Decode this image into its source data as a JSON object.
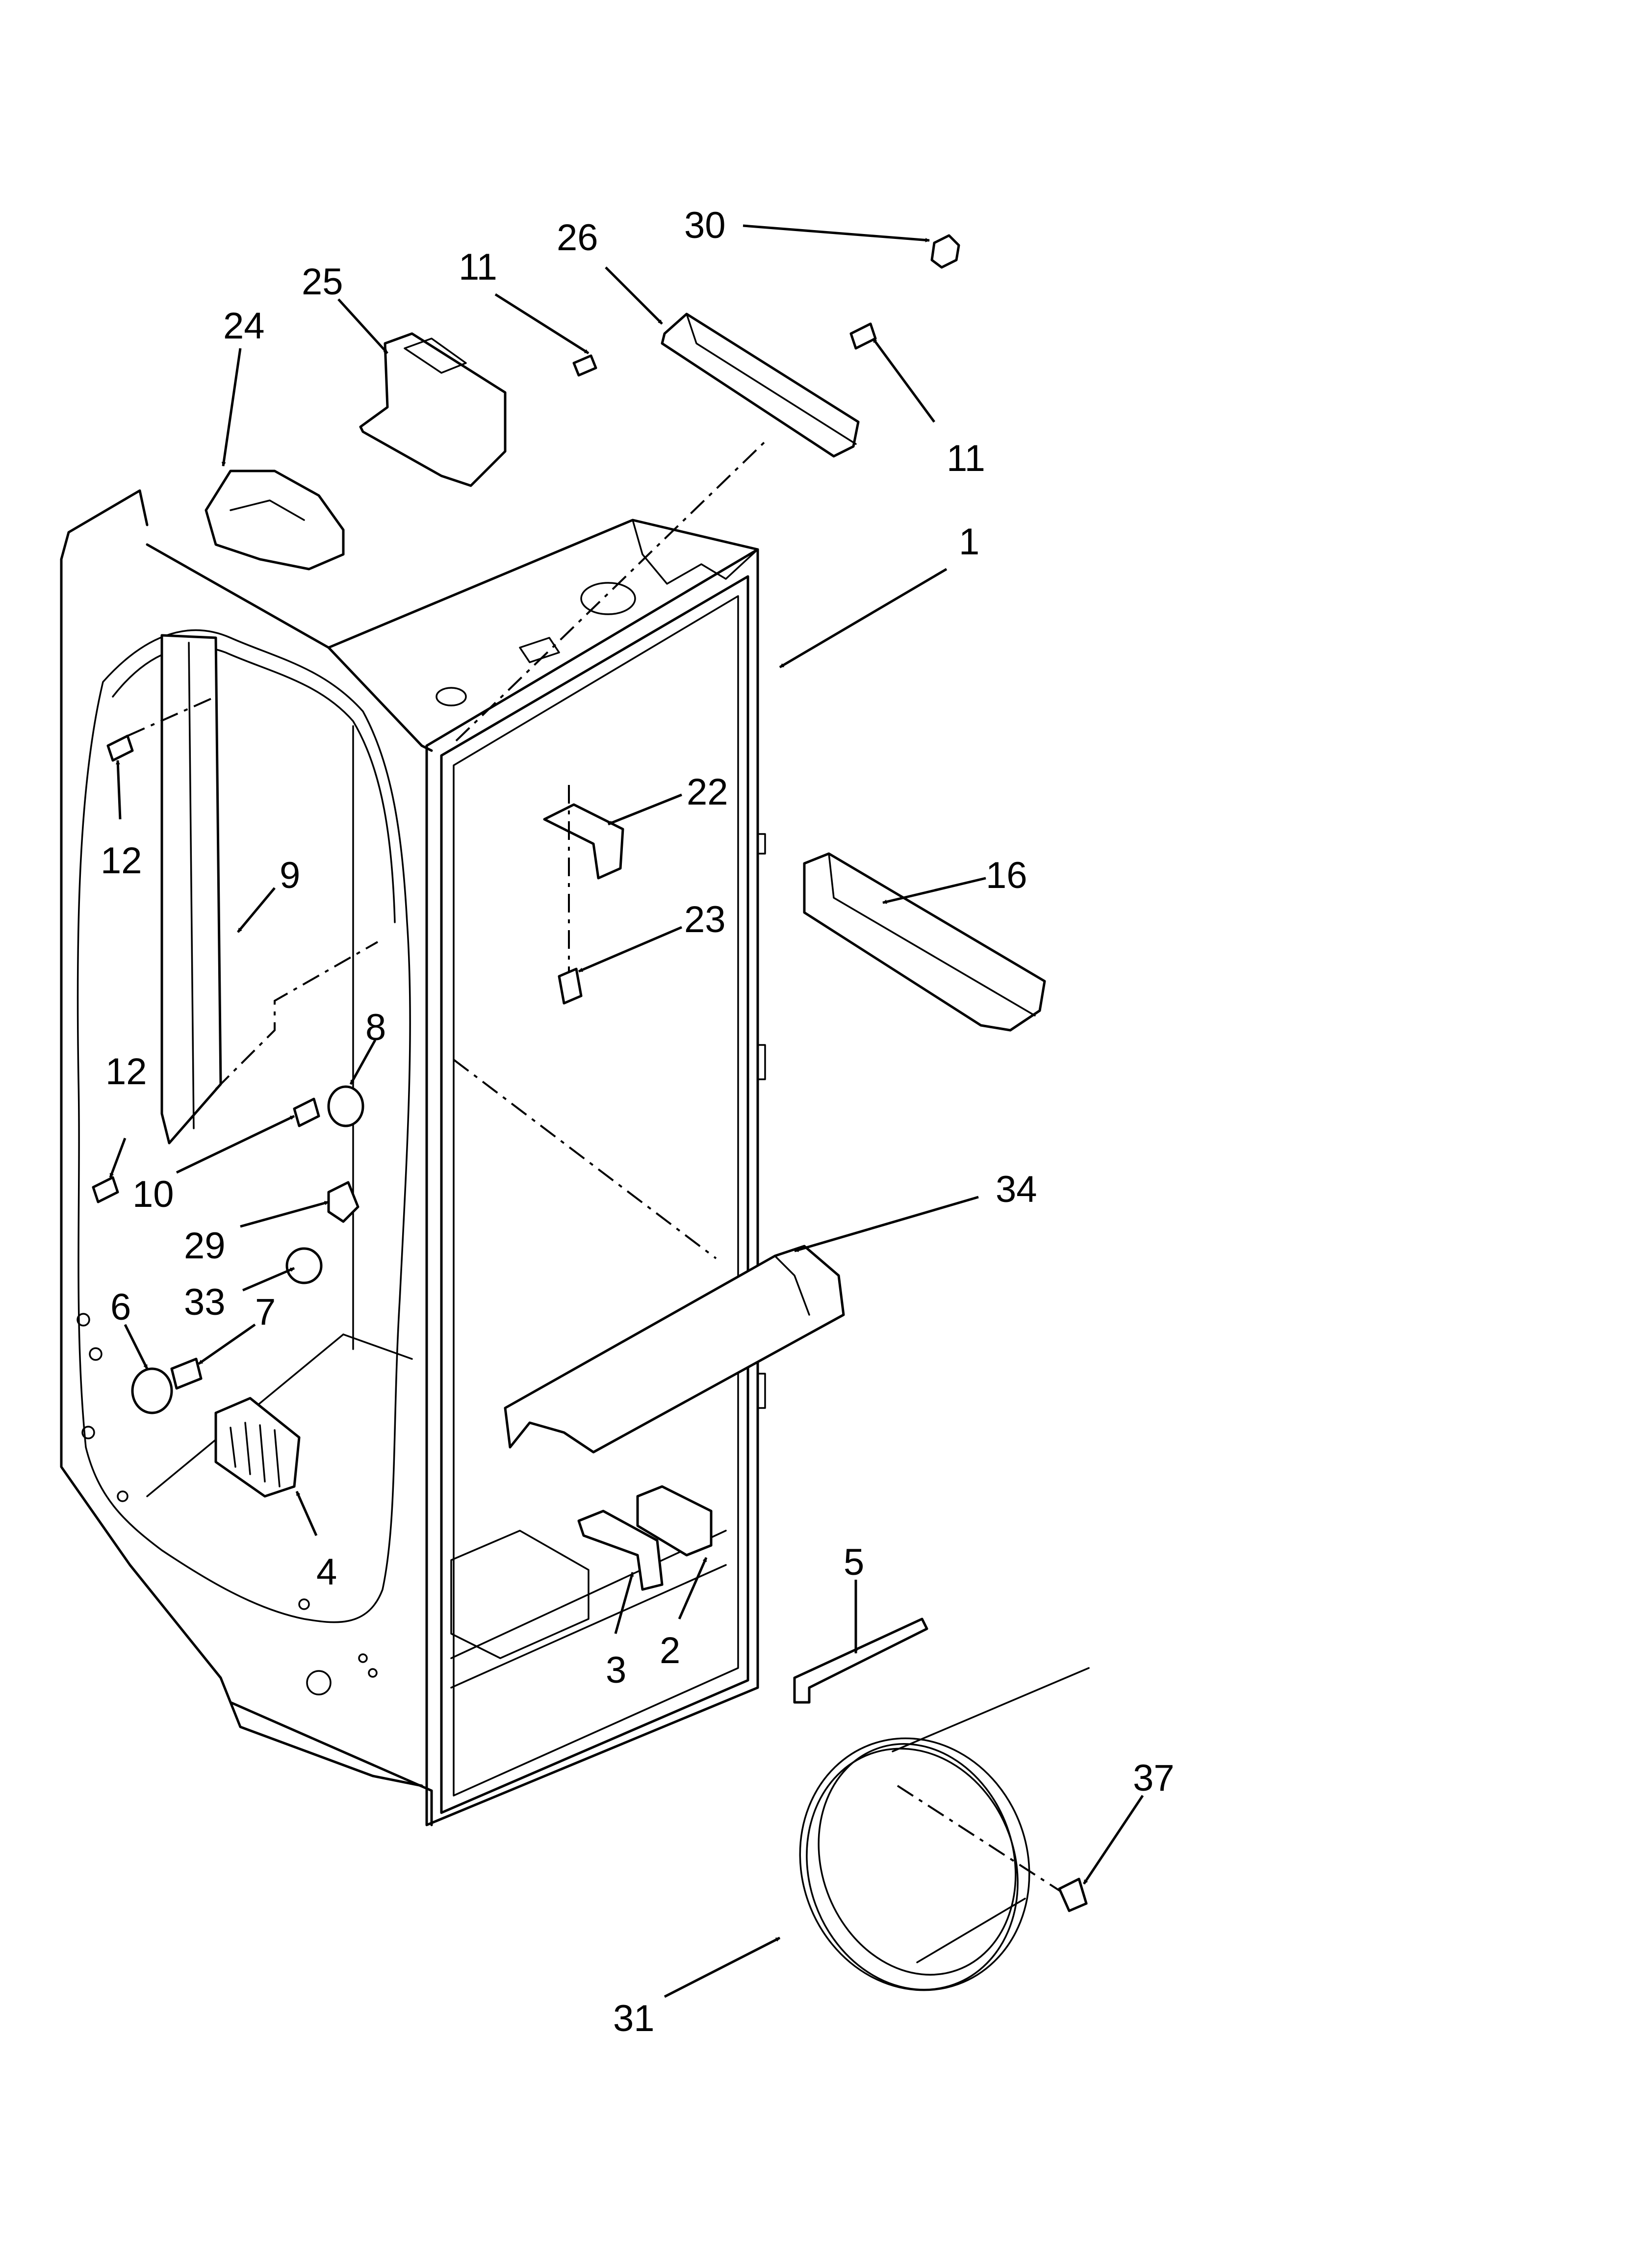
{
  "callouts": [
    {
      "key": "c30",
      "label": "30"
    },
    {
      "key": "c26",
      "label": "26"
    },
    {
      "key": "c11a",
      "label": "11"
    },
    {
      "key": "c25",
      "label": "25"
    },
    {
      "key": "c24",
      "label": "24"
    },
    {
      "key": "c11b",
      "label": "11"
    },
    {
      "key": "c1",
      "label": "1"
    },
    {
      "key": "c22",
      "label": "22"
    },
    {
      "key": "c16",
      "label": "16"
    },
    {
      "key": "c23",
      "label": "23"
    },
    {
      "key": "c12a",
      "label": "12"
    },
    {
      "key": "c9",
      "label": "9"
    },
    {
      "key": "c8",
      "label": "8"
    },
    {
      "key": "c12b",
      "label": "12"
    },
    {
      "key": "c34",
      "label": "34"
    },
    {
      "key": "c10",
      "label": "10"
    },
    {
      "key": "c29",
      "label": "29"
    },
    {
      "key": "c33",
      "label": "33"
    },
    {
      "key": "c6",
      "label": "6"
    },
    {
      "key": "c7",
      "label": "7"
    },
    {
      "key": "c4",
      "label": "4"
    },
    {
      "key": "c5",
      "label": "5"
    },
    {
      "key": "c3",
      "label": "3"
    },
    {
      "key": "c2",
      "label": "2"
    },
    {
      "key": "c37",
      "label": "37"
    },
    {
      "key": "c31",
      "label": "31"
    }
  ]
}
